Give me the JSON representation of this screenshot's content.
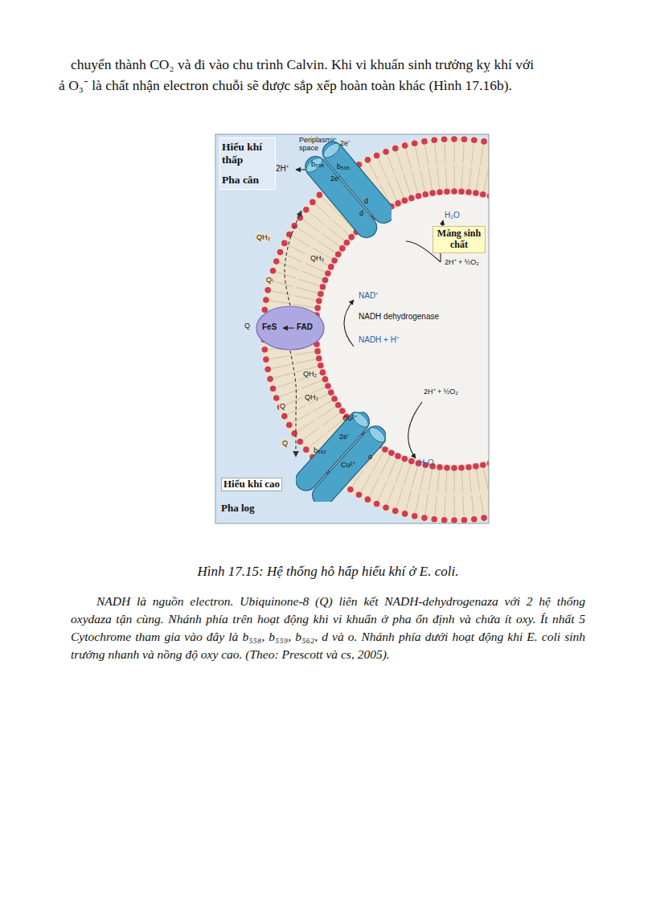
{
  "diagram": {
    "caption": "Hình 17.15: Hệ thống hô hấp hiếu khí ở E. coli.",
    "nodes": [
      {
        "text": [
          "Hiếu khí thấp",
          "Pha cân"
        ]
      },
      {
        "text": [
          "2e⁻",
          "b₅₅₈",
          "b₅₉₅",
          "2e⁻",
          "d",
          "d"
        ]
      },
      {
        "text": [
          "Màng sinh chất"
        ]
      },
      {
        "text": [
          "FeS",
          "FAD"
        ]
      },
      {
        "text": [
          "Cu²⁺",
          "2e⁻",
          "b₅₆₂",
          "Cu²⁺",
          "o"
        ]
      },
      {
        "text": [
          "Hiếu khí cao",
          "Pha log"
        ]
      }
    ],
    "edges": [
      {
        "from": 3,
        "to": 1,
        "arrow": "to"
      },
      {
        "from": 3,
        "to": 4,
        "arrow": "to"
      }
    ],
    "labels": [
      "chuyển thành CO₂ và đi vào chu trình Calvin. Khi vi khuẩn sinh trưởng kỵ khí với",
      "ả O₃⁻ là chất nhận electron chuỗi sẽ được sắp xếp hoàn toàn khác (Hình 17.16b).",
      "Periplasmic space",
      "2H⁺",
      "H₂O",
      "2H⁺ + ½O₂",
      "QH₂",
      "QH₂",
      "Q",
      "Q",
      "QH₂",
      "QH₂",
      "Q",
      "Q",
      "NAD⁺",
      "NADH dehydrogenase",
      "NADH + H⁺",
      "2H⁺ + ½O₂",
      "H₂O",
      "NADH là nguồn electron. Ubiquinone-8 (Q) liên kết NADH-dehydrogenaza với 2 hệ thống oxydaza tận cùng. Nhánh phía trên hoạt động khi vi khuẩn ở pha ổn định và chứa ít oxy. Ít nhất 5 Cytochrome tham gia vào đây là b₅₅₈, b₅₅₉, b₅₆₂, d và o. Nhánh phía dưới hoạt động khi E. coli sinh trưởng nhanh và nồng độ oxy cao. (Theo: Prescott và cs, 2005)."
    ]
  }
}
